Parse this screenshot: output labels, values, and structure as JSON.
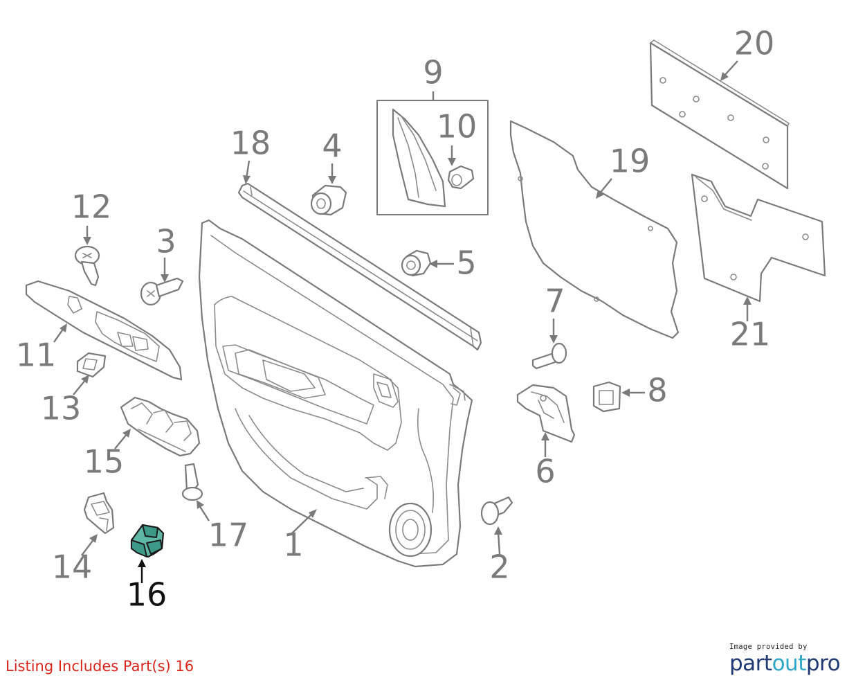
{
  "diagram": {
    "selected_part": "16",
    "highlight_color": "#5fb8a6",
    "callouts": [
      {
        "id": "c1",
        "label": "1"
      },
      {
        "id": "c2",
        "label": "2"
      },
      {
        "id": "c3",
        "label": "3"
      },
      {
        "id": "c4",
        "label": "4"
      },
      {
        "id": "c5",
        "label": "5"
      },
      {
        "id": "c6",
        "label": "6"
      },
      {
        "id": "c7",
        "label": "7"
      },
      {
        "id": "c8",
        "label": "8"
      },
      {
        "id": "c9",
        "label": "9"
      },
      {
        "id": "c10",
        "label": "10"
      },
      {
        "id": "c11",
        "label": "11"
      },
      {
        "id": "c12",
        "label": "12"
      },
      {
        "id": "c13",
        "label": "13"
      },
      {
        "id": "c14",
        "label": "14"
      },
      {
        "id": "c15",
        "label": "15"
      },
      {
        "id": "c16",
        "label": "16"
      },
      {
        "id": "c17",
        "label": "17"
      },
      {
        "id": "c18",
        "label": "18"
      },
      {
        "id": "c19",
        "label": "19"
      },
      {
        "id": "c20",
        "label": "20"
      },
      {
        "id": "c21",
        "label": "21"
      }
    ]
  },
  "footer": {
    "listing": "Listing Includes Part(s) 16",
    "listing_color": "#d9261c",
    "provider_caption": "Image provided by",
    "brand_part": "part",
    "brand_out": "out",
    "brand_pro": "pro",
    "brand_colors": {
      "dark": "#1f3a73",
      "light": "#2ea7c9"
    }
  }
}
